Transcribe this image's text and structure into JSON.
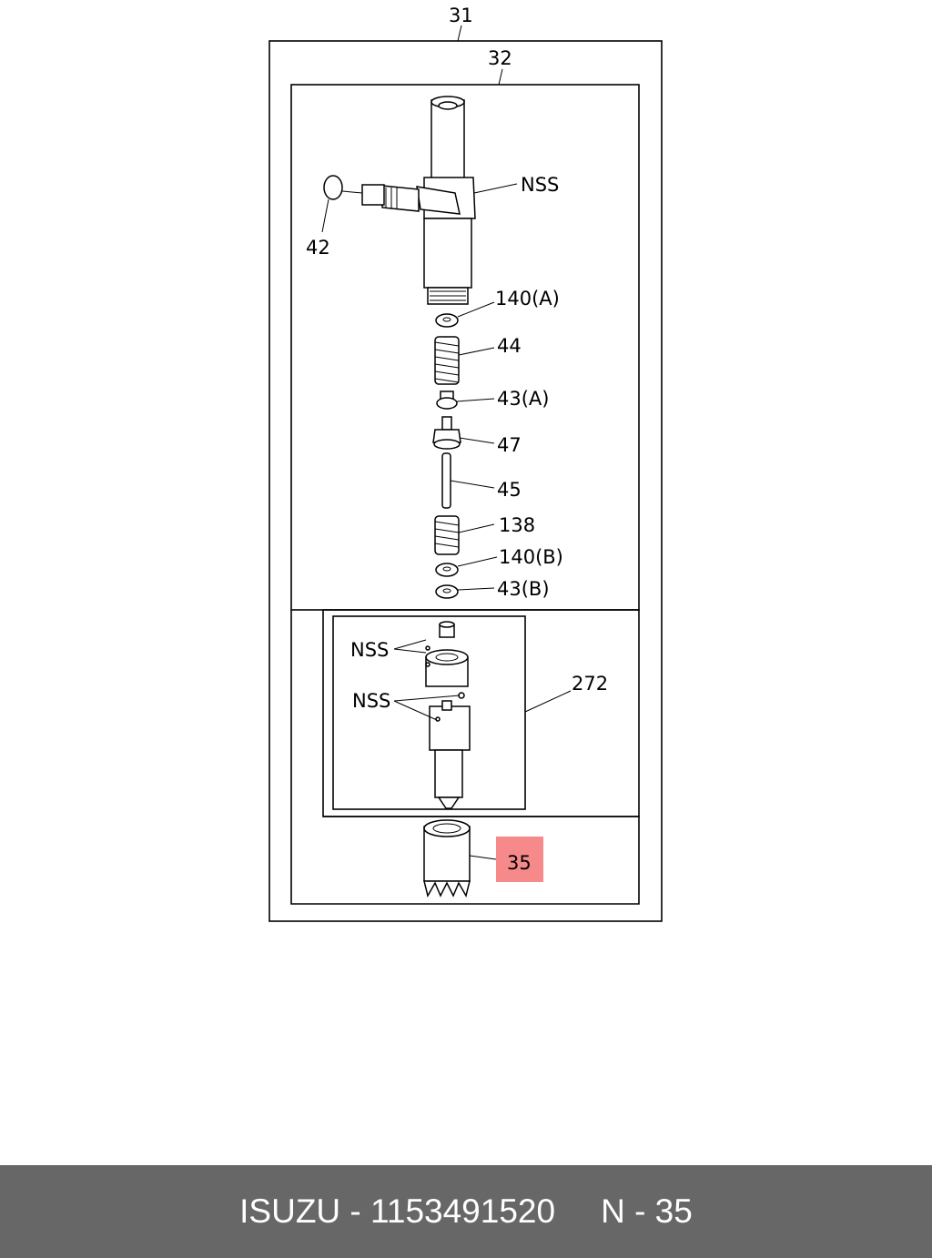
{
  "callouts": {
    "c31": "31",
    "c32": "32",
    "cNSS_top": "NSS",
    "c42": "42",
    "c140A": "140(A)",
    "c44": "44",
    "c43A": "43(A)",
    "c47": "47",
    "c45": "45",
    "c138": "138",
    "c140B": "140(B)",
    "c43B": "43(B)",
    "cNSS_mid1": "NSS",
    "cNSS_mid2": "NSS",
    "c272": "272",
    "c35": "35"
  },
  "highlight": {
    "callout": "35",
    "color": "#f68a8a"
  },
  "footer": {
    "brand_part": "ISUZU - 1153491520",
    "ref": "N - 35",
    "background": "#676767"
  }
}
